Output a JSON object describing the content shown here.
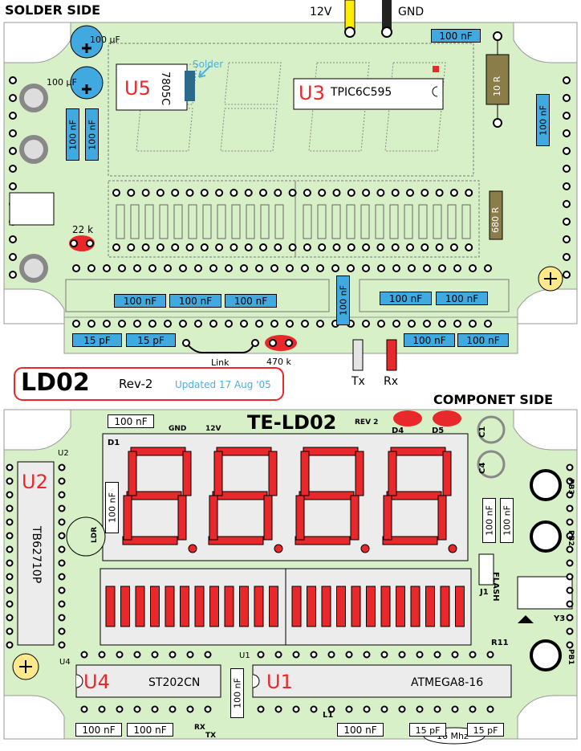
{
  "solder_side": {
    "heading": "SOLDER SIDE",
    "power_12v": "12V",
    "power_gnd": "GND",
    "solder_note": "Solder",
    "u5_label": "U5",
    "u5_part": "7805C",
    "u3_label": "U3",
    "u3_part": "TPIC6C595",
    "r_10": "10 R",
    "r_680": "680 R",
    "r_22k": "22 k",
    "r_470k": "470 k",
    "link": "Link",
    "tx": "Tx",
    "rx": "Rx",
    "cap_100nf": "100 nF",
    "cap_15pf": "15 pF",
    "cap_100uf": "100 µF"
  },
  "title_box": {
    "title": "LD02",
    "rev": "Rev-2",
    "updated": "Updated 17 Aug '05"
  },
  "component_side": {
    "heading": "COMPONET SIDE",
    "board_name": "TE-LD02",
    "rev": "REV 2",
    "gnd": "GND",
    "v12": "12V",
    "d1": "D1",
    "d4": "D4",
    "d5": "D5",
    "c1": "C1",
    "c4": "C4",
    "u2_label": "U2",
    "u2_ref": "U2",
    "u2_part": "TB62710P",
    "u4_label": "U4",
    "u4_ref": "U4",
    "u4_part": "ST202CN",
    "u1_label": "U1",
    "u1_ref": "U1",
    "u1_part": "ATMEGA8-16",
    "ldr": "LDR",
    "flash": "FLASH",
    "j1": "J1",
    "y3": "Y3",
    "r11": "R11",
    "pb1": "PB1",
    "pb2": "PB2",
    "pb3": "PB3",
    "rx": "RX",
    "tx": "TX",
    "l1": "L1",
    "crystal": "16 Mhz",
    "cap_100nf": "100 nF",
    "cap_15pf": "15 pF"
  },
  "colors": {
    "board": "#d8f0c8",
    "cap": "#3fa9e0",
    "red": "#e8282a",
    "resistor": "#8b7d4a",
    "accent_blue": "#4ab0e0"
  }
}
